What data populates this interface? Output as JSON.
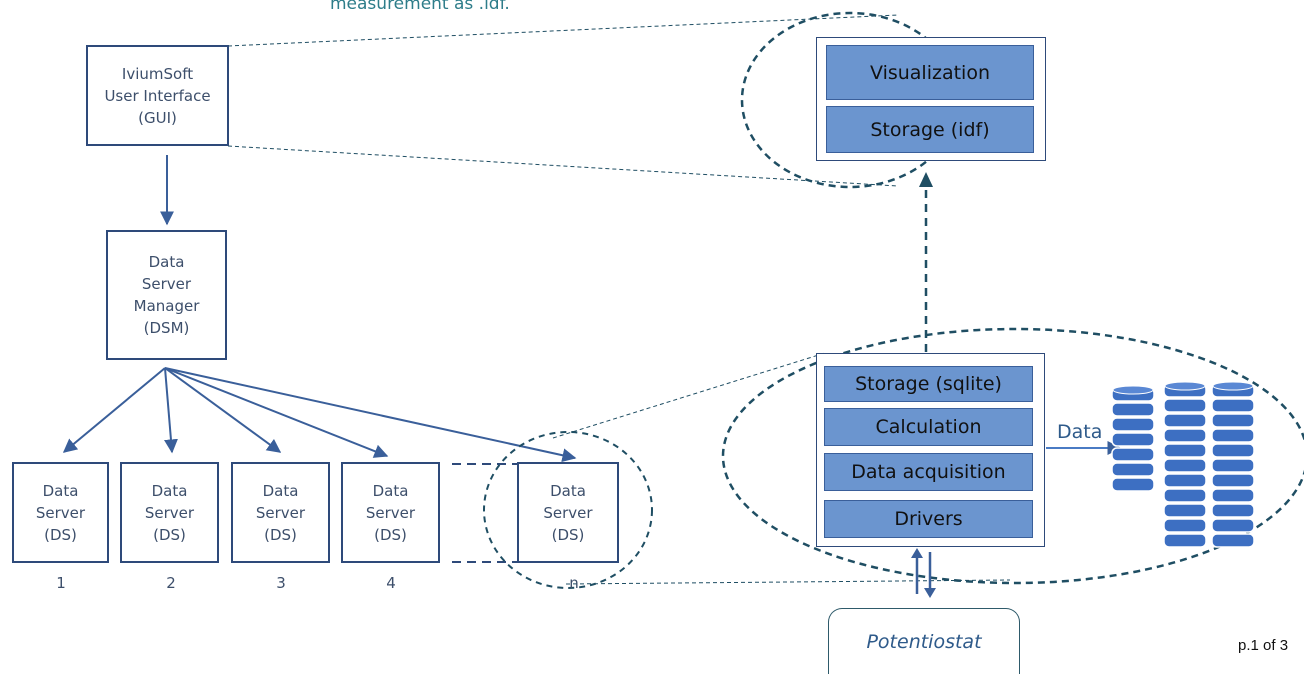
{
  "caption": "measurement as .idf.",
  "gui": {
    "label": "IviumSoft\nUser Interface\n(GUI)"
  },
  "dsm": {
    "label": "Data\nServer\nManager\n(DSM)"
  },
  "data_servers": [
    {
      "label": "Data\nServer\n(DS)",
      "number": "1"
    },
    {
      "label": "Data\nServer\n(DS)",
      "number": "2"
    },
    {
      "label": "Data\nServer\n(DS)",
      "number": "3"
    },
    {
      "label": "Data\nServer\n(DS)",
      "number": "4"
    },
    {
      "label": "Data\nServer\n(DS)",
      "number": "n"
    }
  ],
  "gui_detail": {
    "layers": [
      "Visualization",
      "Storage (idf)"
    ]
  },
  "ds_detail": {
    "layers": [
      "Storage (sqlite)",
      "Calculation",
      "Data acquisition",
      "Drivers"
    ]
  },
  "data_arrow_label": "Data",
  "potentiostat": "Potentiostat",
  "page": "p.1 of 3",
  "colors": {
    "box_border": "#2e4a7a",
    "layer_fill": "#6b95cf",
    "dashed": "#1f4e63",
    "arrow": "#3a5f9a"
  }
}
